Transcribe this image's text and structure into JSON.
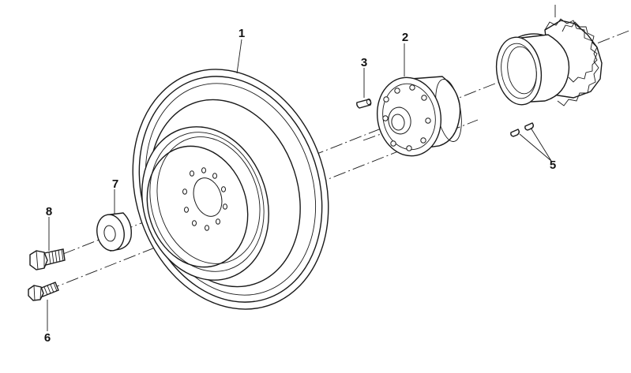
{
  "callouts": [
    {
      "id": "1",
      "label": "1",
      "part": "pulley"
    },
    {
      "id": "2",
      "label": "2",
      "part": "hub"
    },
    {
      "id": "3",
      "label": "3",
      "part": "pin"
    },
    {
      "id": "5",
      "label": "5",
      "part": "keys"
    },
    {
      "id": "6",
      "label": "6",
      "part": "bolt-long"
    },
    {
      "id": "7",
      "label": "7",
      "part": "washer"
    },
    {
      "id": "8",
      "label": "8",
      "part": "bolt-short"
    }
  ]
}
